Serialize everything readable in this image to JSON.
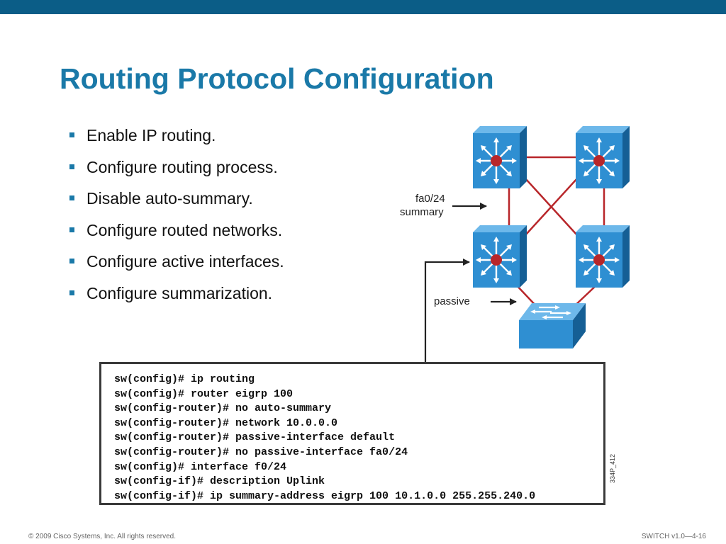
{
  "theme": {
    "top_bar_color": "#0b5d87",
    "title_color": "#1a79a8",
    "bullet_color": "#1a79a8",
    "link_color": "#b8262a",
    "device_color": "#2f8fd2"
  },
  "slide": {
    "title": "Routing Protocol Configuration",
    "bullets": [
      "Enable IP routing.",
      "Configure routing process.",
      "Disable auto-summary.",
      "Configure routed networks.",
      "Configure active interfaces.",
      "Configure summarization."
    ]
  },
  "diagram": {
    "label_fa": "fa0/24",
    "label_summary": "summary",
    "label_passive": "passive",
    "devices": [
      {
        "kind": "multilayer-switch-icon"
      },
      {
        "kind": "multilayer-switch-icon"
      },
      {
        "kind": "multilayer-switch-icon"
      },
      {
        "kind": "multilayer-switch-icon"
      },
      {
        "kind": "workgroup-switch-icon"
      }
    ]
  },
  "config": {
    "lines": [
      "sw(config)# ip routing",
      "sw(config)# router eigrp 100",
      "sw(config-router)# no auto-summary",
      "sw(config-router)# network 10.0.0.0",
      "sw(config-router)# passive-interface default",
      "sw(config-router)# no passive-interface fa0/24",
      "sw(config)# interface f0/24",
      "sw(config-if)# description Uplink",
      "sw(config-if)# ip summary-address eigrp 100 10.1.0.0 255.255.240.0"
    ]
  },
  "figure_id": "334P_412",
  "footer": {
    "copyright": "© 2009 Cisco Systems, Inc. All rights reserved.",
    "course_code": "SWITCH v1.0—4-16"
  }
}
